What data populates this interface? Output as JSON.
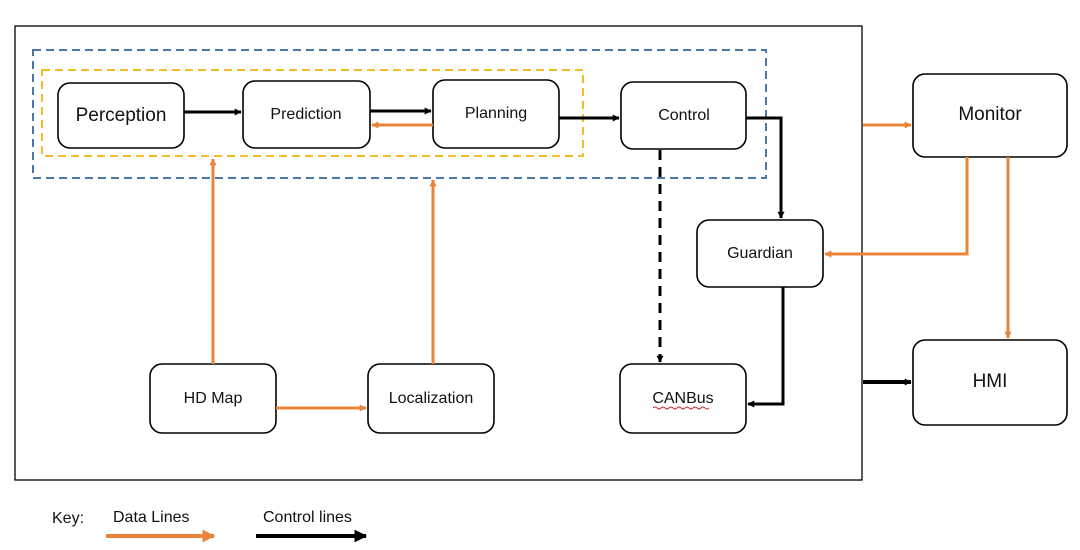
{
  "colors": {
    "data_line": "#E8843A",
    "control_line": "#000000",
    "inner_group_border": "#F2BF2A",
    "outer_group_border": "#4A78A8",
    "frame": "#000000"
  },
  "nodes": {
    "perception": "Perception",
    "prediction": "Prediction",
    "planning": "Planning",
    "control": "Control",
    "monitor": "Monitor",
    "guardian": "Guardian",
    "hd_map": "HD Map",
    "localization": "Localization",
    "canbus": "CANBus",
    "hmi": "HMI"
  },
  "key": {
    "title": "Key:",
    "data_lines": "Data Lines",
    "control_lines": "Control lines"
  }
}
